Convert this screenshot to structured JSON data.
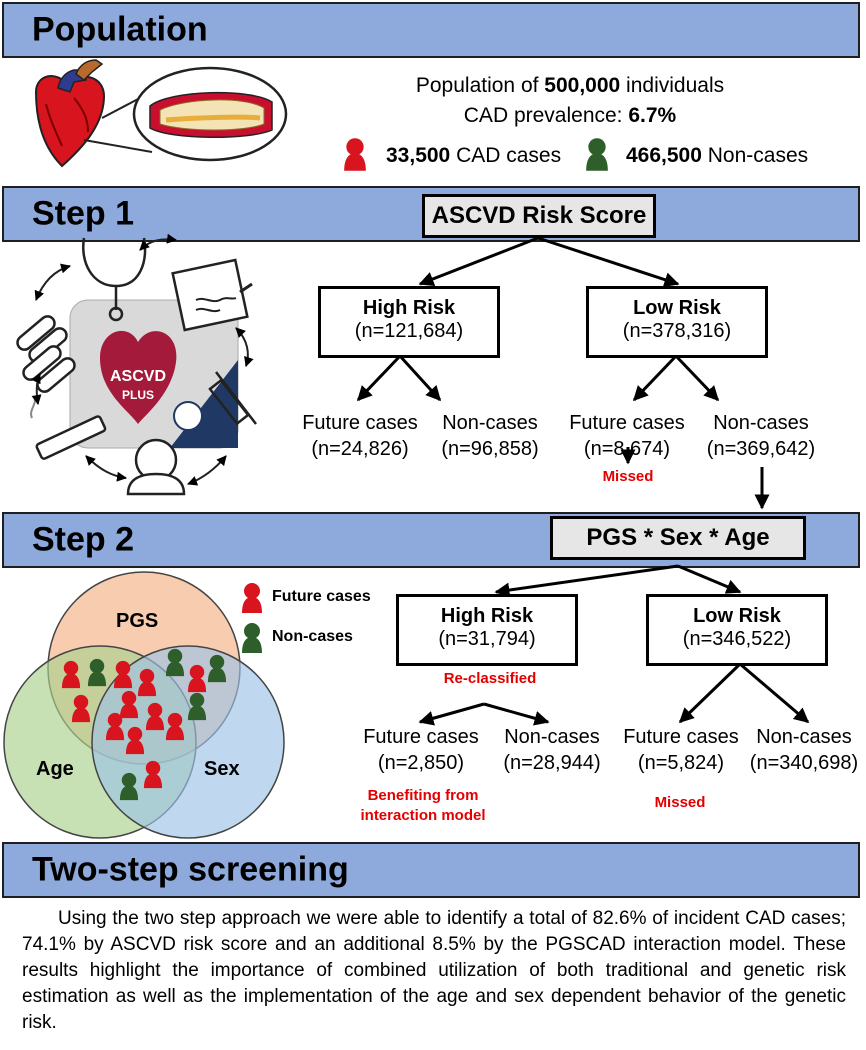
{
  "sections": {
    "population": "Population",
    "step1": "Step 1",
    "step2": "Step 2",
    "two_step": "Two-step screening"
  },
  "population": {
    "line1_pre": "Population of ",
    "line1_bold": "500,000",
    "line1_post": " individuals",
    "line2_pre": "CAD prevalence: ",
    "line2_bold": "6.7%",
    "cases_bold": "33,500",
    "cases_text": " CAD cases",
    "noncases_bold": "466,500",
    "noncases_text": " Non-cases"
  },
  "step1": {
    "score_box": "ASCVD Risk Score",
    "app_name": "ASCVD",
    "app_sub": "PLUS",
    "high": {
      "title": "High Risk",
      "n": "(n=121,684)"
    },
    "low": {
      "title": "Low Risk",
      "n": "(n=378,316)"
    },
    "high_cases": {
      "label": "Future cases",
      "n": "(n=24,826)"
    },
    "high_non": {
      "label": "Non-cases",
      "n": "(n=96,858)"
    },
    "low_cases": {
      "label": "Future cases",
      "n": "(n=8,674)"
    },
    "low_non": {
      "label": "Non-cases",
      "n": "(n=369,642)"
    },
    "missed": "Missed"
  },
  "step2": {
    "model_box": "PGS * Sex * Age",
    "venn": {
      "pgs": "PGS",
      "age": "Age",
      "sex": "Sex"
    },
    "legend": {
      "cases": "Future cases",
      "noncases": "Non-cases"
    },
    "high": {
      "title": "High Risk",
      "n": "(n=31,794)"
    },
    "low": {
      "title": "Low Risk",
      "n": "(n=346,522)"
    },
    "reclassified": "Re-classified",
    "high_cases": {
      "label": "Future cases",
      "n": "(n=2,850)"
    },
    "high_non": {
      "label": "Non-cases",
      "n": "(n=28,944)"
    },
    "low_cases": {
      "label": "Future cases",
      "n": "(n=5,824)"
    },
    "low_non": {
      "label": "Non-cases",
      "n": "(n=340,698)"
    },
    "benefit_line1": "Benefiting from",
    "benefit_line2": "interaction model",
    "missed": "Missed"
  },
  "summary": "Using the two step approach we were able to identify a total of 82.6% of incident CAD cases; 74.1% by ASCVD risk score and an additional 8.5% by the PGSCAD interaction model. These results highlight the importance of combined utilization of both traditional and genetic risk estimation as well as the implementation of the age and sex dependent behavior of the genetic risk.",
  "colors": {
    "banner": "#8EA9DB",
    "case_red": "#D8141F",
    "noncase_green": "#2E5E2A",
    "venn_pgs": "#F4B183",
    "venn_age": "#A9D18E",
    "venn_sex": "#9DC3E6",
    "missed_red": "#E30000"
  },
  "icons": [
    "heart-icon",
    "artery-icon",
    "person-icon",
    "stethoscope-icon",
    "document-icon",
    "pills-icon",
    "cigarette-icon",
    "syringe-icon",
    "patient-icon"
  ]
}
